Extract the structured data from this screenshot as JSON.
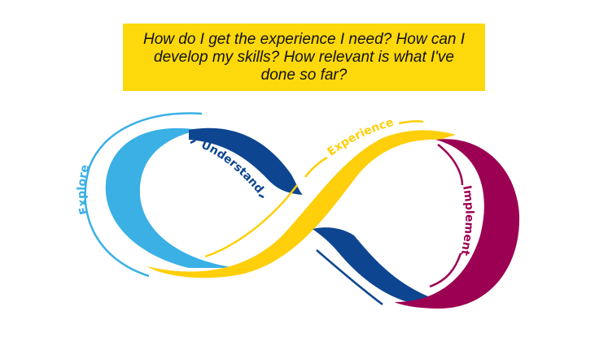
{
  "question": {
    "text": "How do I get the experience I need? How can I develop my skills?  How relevant is what I've done so far?"
  },
  "stages": [
    {
      "label": "Explore",
      "color": "#3AB0E5"
    },
    {
      "label": "Understand",
      "color": "#0D4590"
    },
    {
      "label": "Experience",
      "color": "#FECF0A"
    },
    {
      "label": "Implement",
      "color": "#9C0052"
    }
  ],
  "colors": {
    "box": "#FDD80A",
    "text": "#111111"
  }
}
